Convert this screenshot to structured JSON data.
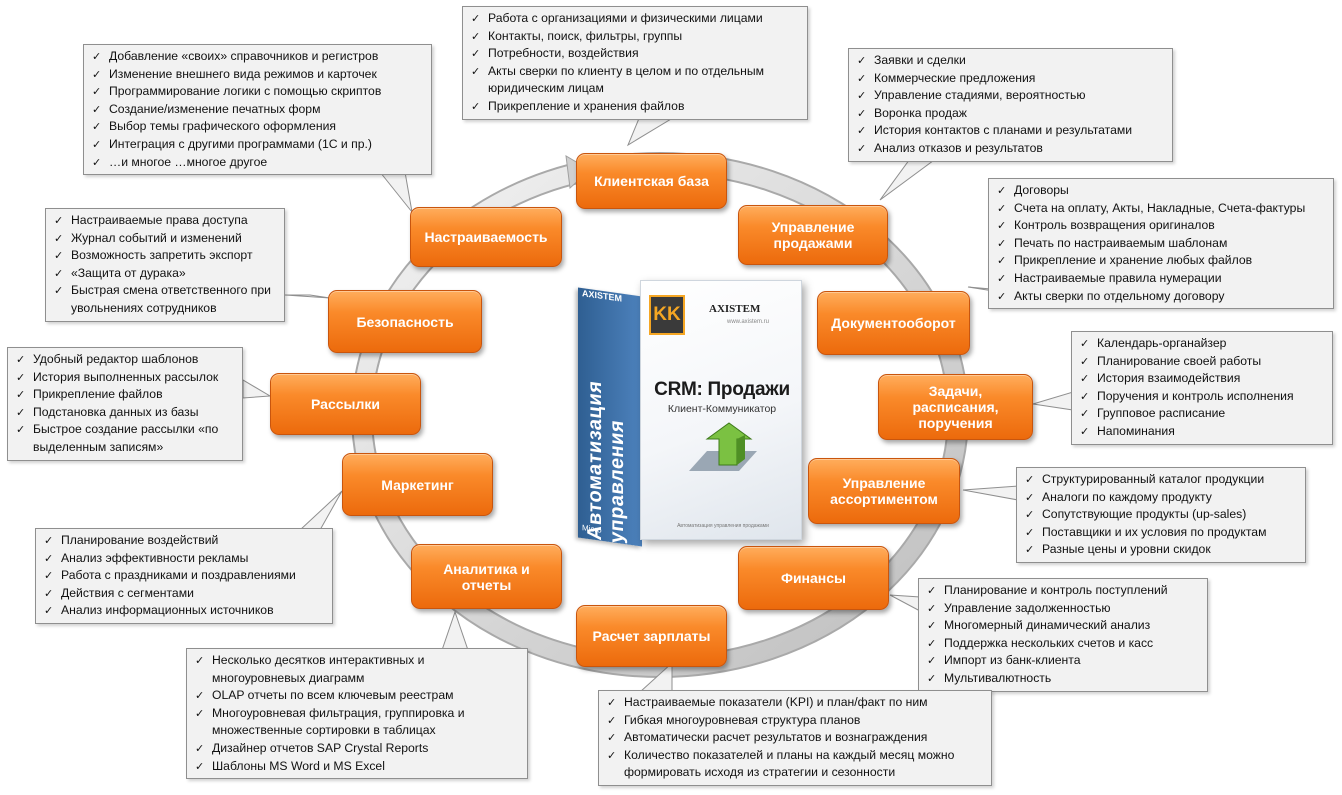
{
  "center": {
    "spine_brand": "AXISTEM",
    "spine_title": "Автоматизация управления",
    "spine_micro": "Micro",
    "logo_letters": "KK",
    "brand_name": "AXISTEM",
    "brand_url": "www.axistem.ru",
    "product_title": "CRM: Продажи",
    "product_subtitle": "Клиент-Коммуникатор",
    "front_caption": "Автоматизация управления продажами"
  },
  "nodes": [
    {
      "id": "client-base",
      "label": "Клиентская база"
    },
    {
      "id": "sales",
      "label": "Управление продажами"
    },
    {
      "id": "docs",
      "label": "Документооборот"
    },
    {
      "id": "tasks",
      "label": "Задачи, расписания, поручения"
    },
    {
      "id": "assortment",
      "label": "Управление ассортиментом"
    },
    {
      "id": "finance",
      "label": "Финансы"
    },
    {
      "id": "salary",
      "label": "Расчет зарплаты"
    },
    {
      "id": "analytics",
      "label": "Аналитика  и отчеты"
    },
    {
      "id": "marketing",
      "label": "Маркетинг"
    },
    {
      "id": "mailing",
      "label": "Рассылки"
    },
    {
      "id": "security",
      "label": "Безопасность"
    },
    {
      "id": "custom",
      "label": "Настраиваемость"
    }
  ],
  "callouts": {
    "client-base": [
      "Работа с организациями и физическими лицами",
      "Контакты, поиск,  фильтры, группы",
      "Потребности, воздействия",
      "Акты сверки по клиенту в целом и по отдельным юридическим лицам",
      "Прикрепление и хранения файлов"
    ],
    "sales": [
      "Заявки и сделки",
      "Коммерческие предложения",
      "Управление стадиями, вероятностью",
      "Воронка продаж",
      "История контактов с планами и результатами",
      "Анализ отказов и результатов"
    ],
    "docs": [
      "Договоры",
      "Счета на оплату, Акты, Накладные, Счета-фактуры",
      "Контроль возвращения оригиналов",
      "Печать по настраиваемым шаблонам",
      "Прикрепление и хранение любых файлов",
      "Настраиваемые правила нумерации",
      "Акты сверки по отдельному договору"
    ],
    "tasks": [
      "Календарь-органайзер",
      "Планирование своей работы",
      "История взаимодействия",
      "Поручения и контроль исполнения",
      "Групповое расписание",
      "Напоминания"
    ],
    "assortment": [
      "Структурированный каталог продукции",
      "Аналоги по каждому продукту",
      "Сопутствующие продукты (up-sales)",
      "Поставщики и их условия по продуктам",
      "Разные цены и уровни скидок"
    ],
    "finance": [
      "Планирование и контроль поступлений",
      "Управление задолженностью",
      "Многомерный динамический анализ",
      "Поддержка нескольких счетов и касс",
      "Импорт из банк-клиента",
      "Мультивалютность"
    ],
    "salary": [
      "Настраиваемые показатели (KPI) и план/факт по ним",
      "Гибкая многоуровневая структура планов",
      "Автоматически расчет результатов и вознаграждения",
      "Количество показателей и планы на каждый месяц можно формировать исходя из стратегии и  сезонности"
    ],
    "analytics": [
      "Несколько десятков  интерактивных и многоуровневых диаграмм",
      "OLAP отчеты по всем ключевым реестрам",
      "Многоуровневая фильтрация, группировка и множественные сортировки в таблицах",
      "Дизайнер отчетов SAP Crystal Reports",
      "Шаблоны MS Word и MS Excel"
    ],
    "marketing": [
      "Планирование воздействий",
      "Анализ эффективности рекламы",
      "Работа с праздниками и поздравлениями",
      "Действия с сегментами",
      "Анализ информационных источников"
    ],
    "mailing": [
      "Удобный редактор шаблонов",
      "История выполненных рассылок",
      "Прикрепление файлов",
      "Подстановка данных из базы",
      "Быстрое создание рассылки «по выделенным записям»"
    ],
    "security": [
      "Настраиваемые права доступа",
      "Журнал событий и изменений",
      "Возможность запретить экспорт",
      "«Защита от дурака»",
      "Быстрая смена ответственного при увольнениях сотрудников"
    ],
    "custom": [
      "Добавление «своих» справочников и регистров",
      "Изменение внешнего вида режимов и карточек",
      "Программирование логики с помощью скриптов",
      "Создание/изменение печатных форм",
      "Выбор темы графического оформления",
      "Интеграция с другими программами (1С и пр.)",
      "…и многое …многое другое"
    ]
  }
}
